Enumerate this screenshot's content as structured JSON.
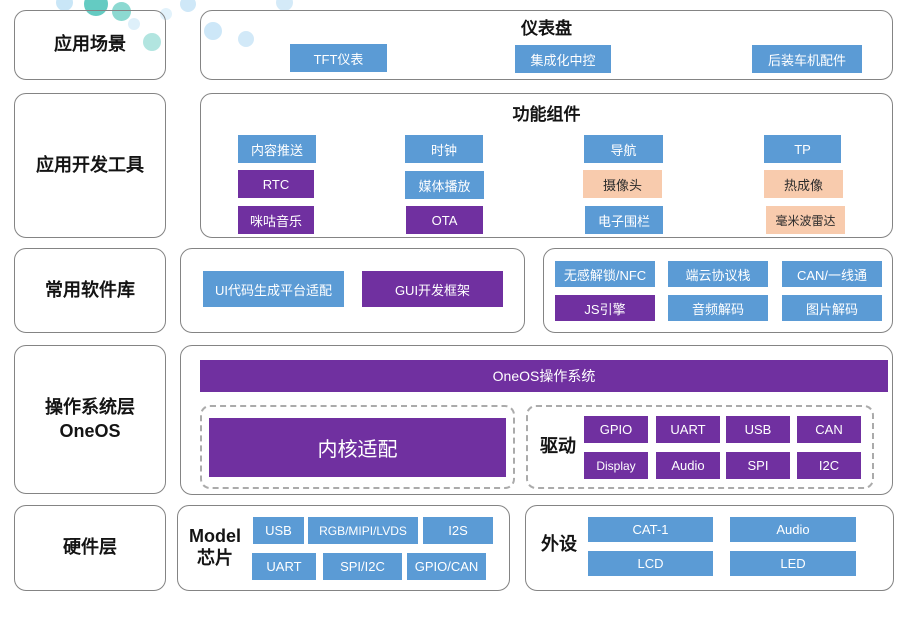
{
  "palette": {
    "blue": "#5b9bd5",
    "purple": "#7030a0",
    "peach": "#f8cbad"
  },
  "scenario": {
    "label": "应用场景",
    "title": "仪表盘",
    "buttons": {
      "tft_meter": "TFT仪表",
      "central_control": "集成化中控",
      "aftermarket_accessory": "后装车机配件"
    }
  },
  "dev_tools": {
    "label": "应用开发工具",
    "title": "功能组件",
    "buttons": {
      "content_push": "内容推送",
      "rtc": "RTC",
      "migu_music": "咪咕音乐",
      "clock": "时钟",
      "media_play": "媒体播放",
      "ota": "OTA",
      "navigation": "导航",
      "camera": "摄像头",
      "e_fence": "电子围栏",
      "tp": "TP",
      "thermal_imaging": "热成像",
      "mmwave_radar": "毫米波雷达"
    }
  },
  "libraries": {
    "label": "常用软件库",
    "buttons": {
      "ui_codegen": "UI代码生成平台适配",
      "gui_framework": "GUI开发框架",
      "nfc_unlock": "无感解锁/NFC",
      "cloud_stack": "端云协议栈",
      "can_onewire": "CAN/一线通",
      "js_engine": "JS引擎",
      "audio_decode": "音频解码",
      "image_decode": "图片解码"
    }
  },
  "os": {
    "label_line1": "操作系统层",
    "label_line2": "OneOS",
    "bar": "OneOS操作系统",
    "kernel": "内核适配",
    "driver_label": "驱动",
    "driver_buttons": {
      "gpio": "GPIO",
      "uart": "UART",
      "usb": "USB",
      "can": "CAN",
      "display": "Display",
      "audio": "Audio",
      "spi": "SPI",
      "i2c": "I2C"
    }
  },
  "hardware": {
    "label": "硬件层",
    "chip_label_line1": "Model",
    "chip_label_line2": "芯片",
    "chip_buttons": {
      "usb": "USB",
      "rgb_mipi_lvds": "RGB/MIPI/LVDS",
      "i2s": "I2S",
      "uart": "UART",
      "spi_i2c": "SPI/I2C",
      "gpio_can": "GPIO/CAN"
    },
    "peripheral_label": "外设",
    "peripheral_buttons": {
      "cat1": "CAT-1",
      "audio": "Audio",
      "lcd": "LCD",
      "led": "LED"
    }
  }
}
